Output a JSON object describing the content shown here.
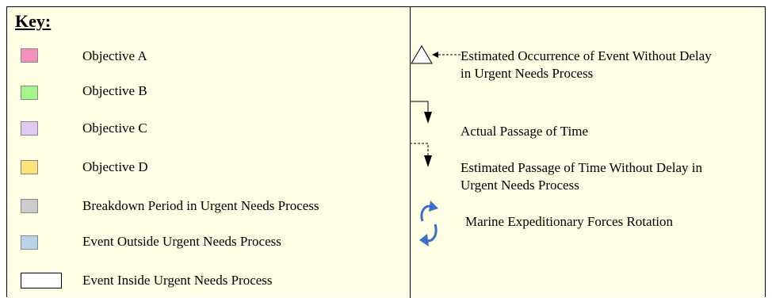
{
  "key": {
    "title": "Key:",
    "items": [
      {
        "label": "Objective A",
        "color": "#f48fc0"
      },
      {
        "label": "Objective B",
        "color": "#a6f58a"
      },
      {
        "label": "Objective C",
        "color": "#e2c9f2"
      },
      {
        "label": "Objective D",
        "color": "#ffe27a"
      },
      {
        "label": "Breakdown Period in Urgent Needs Process",
        "color": "#cccccc"
      },
      {
        "label": "Event Outside Urgent Needs Process",
        "color": "#b7d4e6"
      },
      {
        "label": "Event Inside Urgent Needs Process",
        "color": "#ffffff"
      }
    ]
  },
  "symbols": {
    "estimated_occurrence": {
      "line1": "Estimated Occurrence of Event Without Delay",
      "line2": "in Urgent Needs Process"
    },
    "actual_passage": {
      "label": "Actual Passage of Time"
    },
    "estimated_passage": {
      "line1": "Estimated Passage of Time Without Delay in",
      "line2": "Urgent Needs Process"
    },
    "rotation": {
      "label": "Marine Expeditionary Forces Rotation",
      "color": "#3a6fc4"
    }
  }
}
